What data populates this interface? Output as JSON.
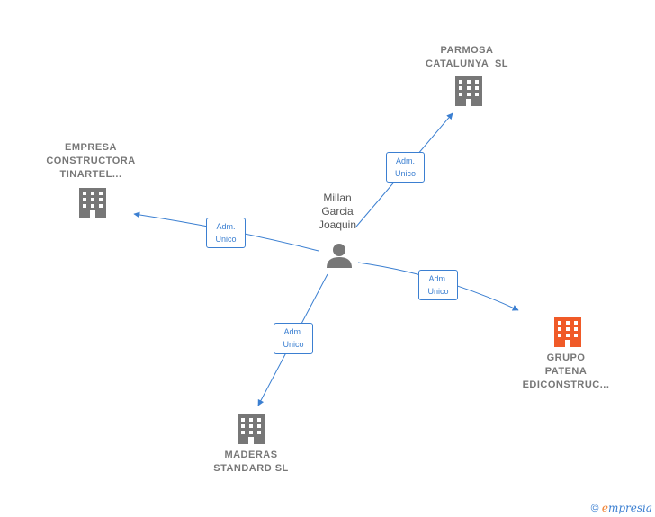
{
  "person": {
    "name_lines": [
      "Millan",
      "Garcia",
      "Joaquin"
    ],
    "icon": "person-icon"
  },
  "companies": [
    {
      "id": "parmosa",
      "lines": [
        "PARMOSA",
        "CATALUNYA  SL"
      ],
      "icon": "building-icon",
      "color": "#777777"
    },
    {
      "id": "empresa",
      "lines": [
        "EMPRESA",
        "CONSTRUCTORA",
        "TINARTEL..."
      ],
      "icon": "building-icon",
      "color": "#777777"
    },
    {
      "id": "grupo",
      "lines": [
        "GRUPO",
        "PATENA",
        "EDICONSTRUC..."
      ],
      "icon": "building-icon",
      "color": "#f05a28"
    },
    {
      "id": "maderas",
      "lines": [
        "MADERAS",
        "STANDARD SL"
      ],
      "icon": "building-icon",
      "color": "#777777"
    }
  ],
  "relations": [
    {
      "target": "parmosa",
      "label_lines": [
        "Adm.",
        "Unico"
      ]
    },
    {
      "target": "empresa",
      "label_lines": [
        "Adm.",
        "Unico"
      ]
    },
    {
      "target": "grupo",
      "label_lines": [
        "Adm.",
        "Unico"
      ]
    },
    {
      "target": "maderas",
      "label_lines": [
        "Adm.",
        "Unico"
      ]
    }
  ],
  "footer": {
    "copyright": "©",
    "brand_first": "e",
    "brand_rest": "mpresia"
  },
  "colors": {
    "edge": "#3b7fd1",
    "node": "#777777",
    "highlight": "#f05a28"
  }
}
